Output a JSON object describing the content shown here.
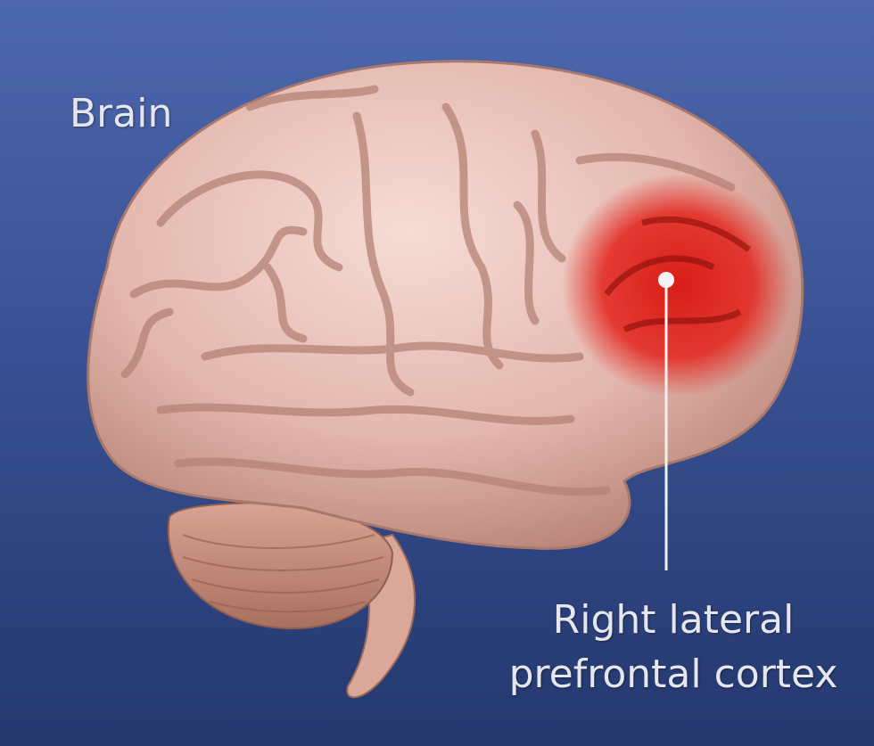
{
  "title": "Brain",
  "callout": {
    "line1": "Right lateral",
    "line2": "prefrontal cortex"
  },
  "colors": {
    "background_top": "#4d67ad",
    "background_bottom": "#24386e",
    "brain": "#e9c3bc",
    "highlight": "#e0201a"
  }
}
